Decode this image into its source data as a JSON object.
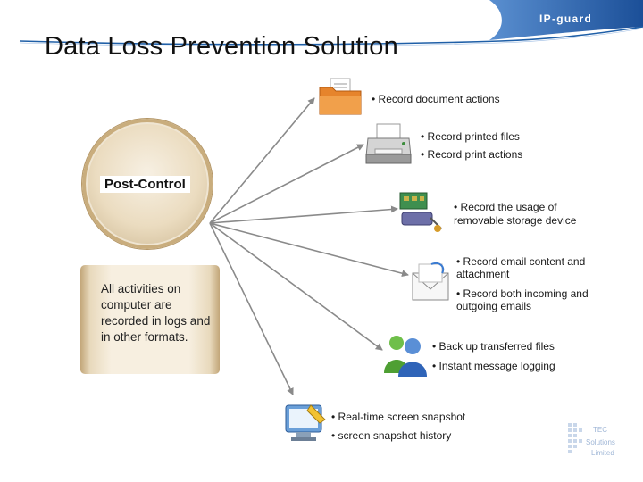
{
  "brand": "IP-guard",
  "title": "Data Loss Prevention Solution",
  "hub": {
    "label": "Post-Control",
    "description": "All  activities on computer  are recorded in logs and in other formats."
  },
  "features": {
    "document": [
      "• Record document actions"
    ],
    "printer": [
      "• Record printed files",
      "• Record print actions"
    ],
    "storage": [
      "• Record  the usage of",
      "removable storage device"
    ],
    "email": [
      "•  Record email content and",
      "attachment",
      "• Record both incoming and",
      "outgoing emails"
    ],
    "im": [
      "• Back up transferred files",
      "• Instant message logging"
    ],
    "screen": [
      "• Real-time screen snapshot",
      "• screen snapshot history"
    ]
  },
  "watermark": {
    "line1": "TEC",
    "line2": "Solutions",
    "line3": "Limited"
  },
  "colors": {
    "header_blue": "#1f5fa7",
    "arrow_gray": "#8a8a8a",
    "hub_gold": "#c9ad7d"
  }
}
